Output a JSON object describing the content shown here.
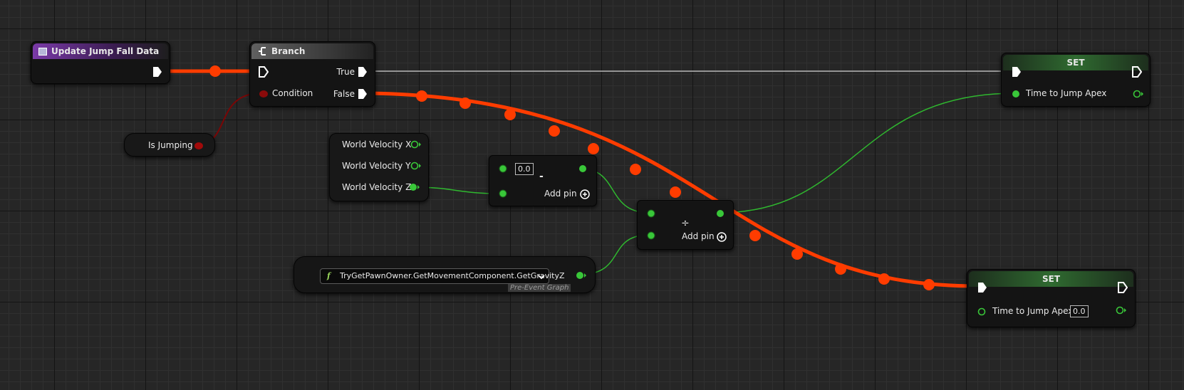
{
  "event": {
    "title": "Update Jump Fall Data"
  },
  "branch": {
    "title": "Branch",
    "condition": "Condition",
    "true_label": "True",
    "false_label": "False"
  },
  "is_jumping": {
    "label": "Is Jumping"
  },
  "velocity": {
    "x": "World Velocity X",
    "y": "World Velocity Y",
    "z": "World Velocity Z"
  },
  "subtract": {
    "default_value": "0.0",
    "symbol": "-",
    "add_pin": "Add pin"
  },
  "divide": {
    "symbol": "÷",
    "add_pin": "Add pin"
  },
  "function": {
    "icon": "f",
    "name": "TryGetPawnOwner.GetMovementComponent.GetGravityZ",
    "context": "Pre-Event Graph"
  },
  "set_top": {
    "title": "SET",
    "var": "Time to Jump Apex"
  },
  "set_bottom": {
    "title": "SET",
    "var": "Time to Jump Apex",
    "default_value": "0.0"
  },
  "colors": {
    "exec_wire": "#ff3c00",
    "float_pin": "#39c739",
    "bool_pin": "#940000",
    "exec_pin": "#ffffff"
  }
}
